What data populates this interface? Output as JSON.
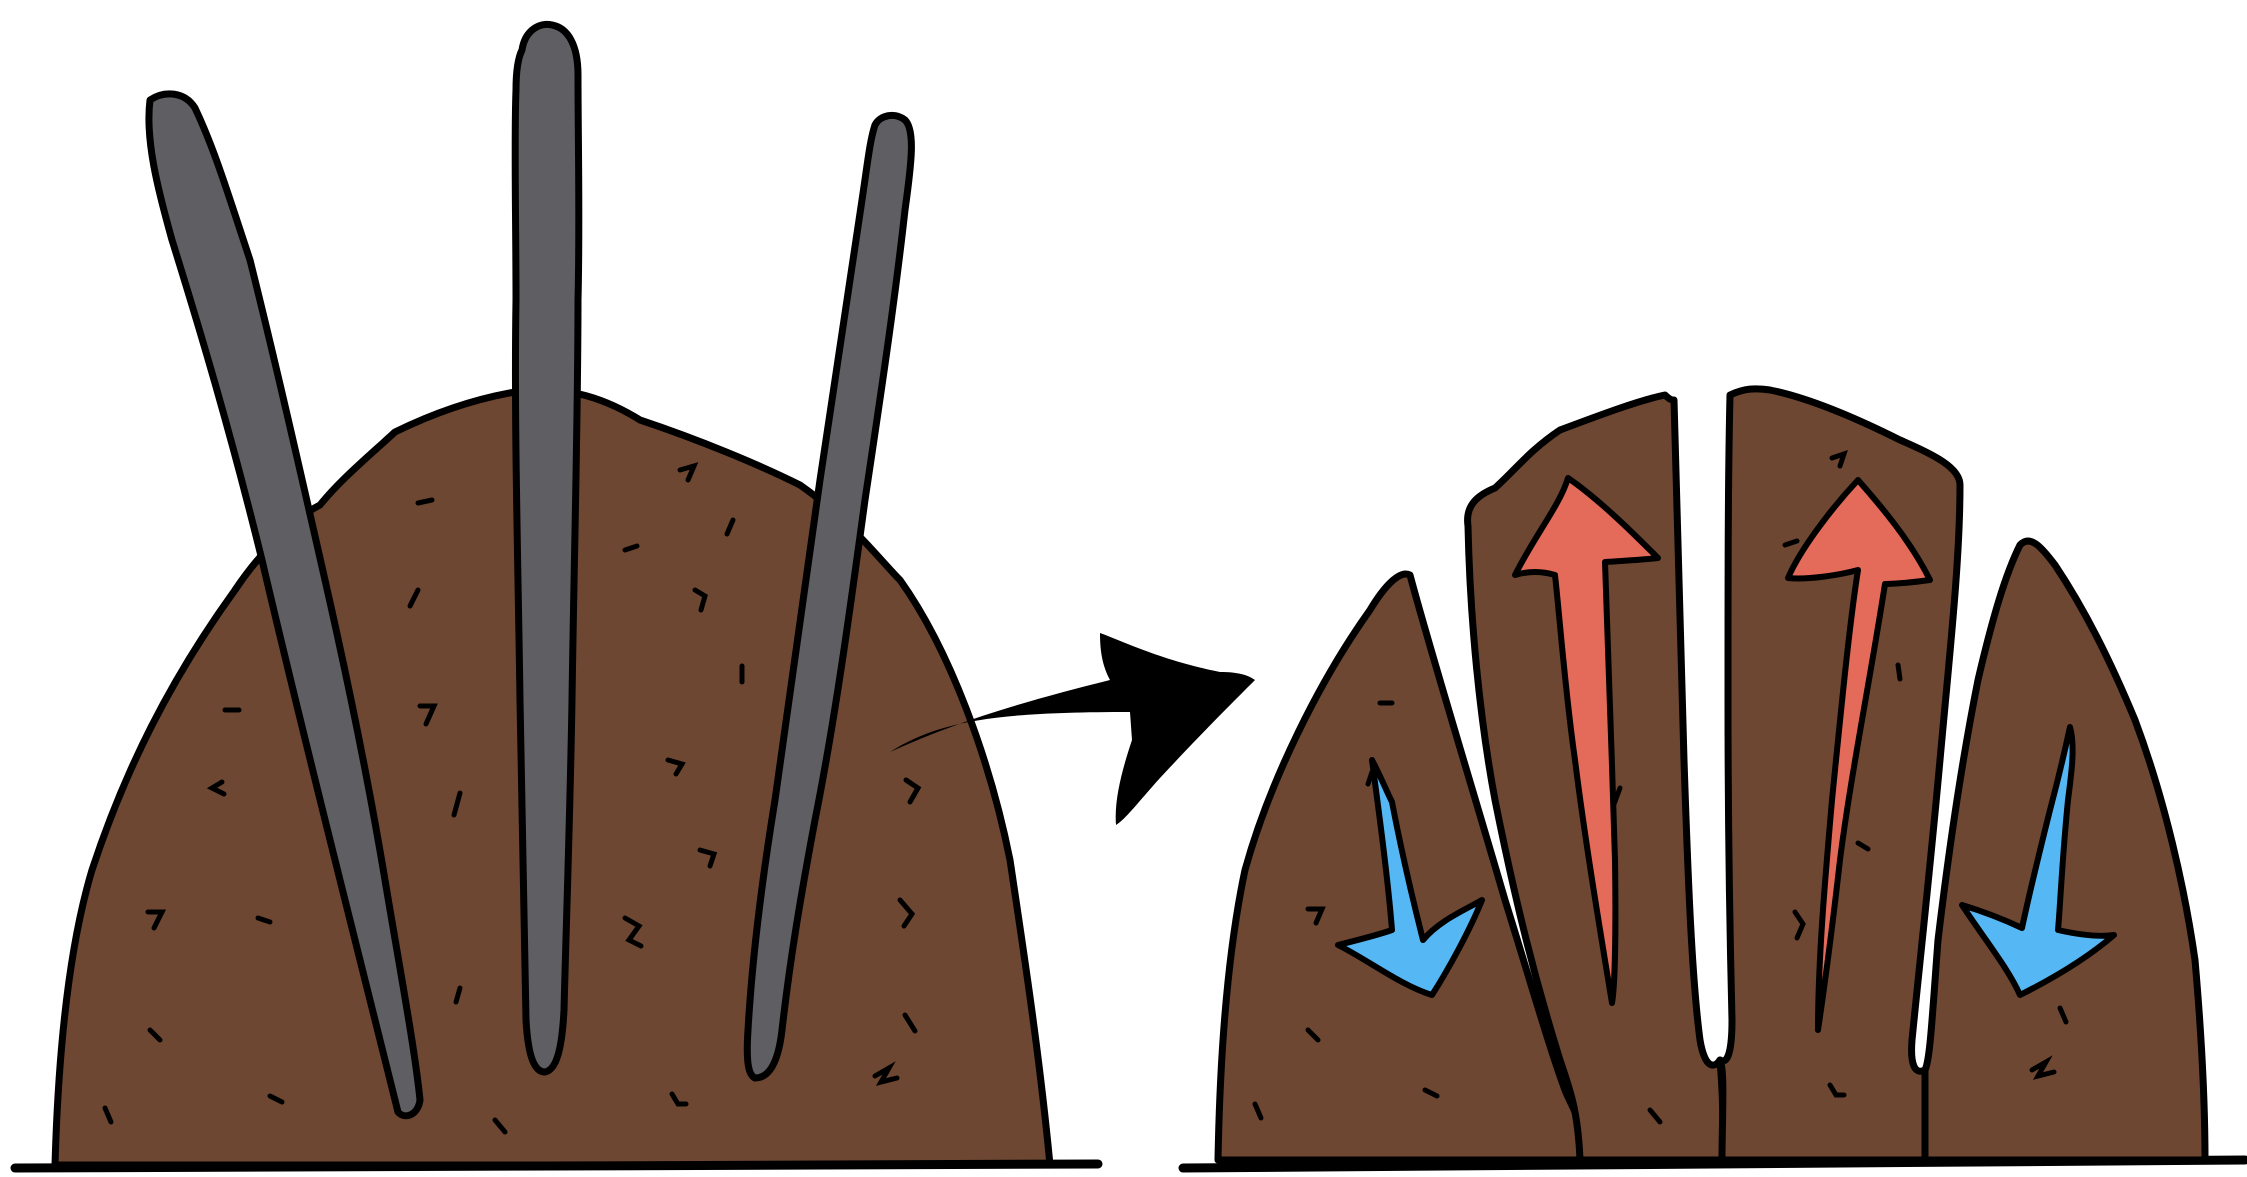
{
  "diagram": {
    "colors": {
      "soil": "#6d4731",
      "outline": "#000000",
      "tine": "#5f5e63",
      "warm_arrow": "#e46a59",
      "cool_arrow": "#55b8f5",
      "background": "#ffffff"
    },
    "panels": [
      {
        "id": "before",
        "depicts": "soil-mound-with-three-tines"
      },
      {
        "id": "after",
        "depicts": "soil-split-into-four-clods-with-air-flow"
      }
    ],
    "connector": {
      "icon": "right-arrow-icon"
    },
    "flow_arrows": [
      {
        "icon": "arrow-down-icon",
        "color": "cool_arrow"
      },
      {
        "icon": "arrow-up-icon",
        "color": "warm_arrow"
      },
      {
        "icon": "arrow-up-icon",
        "color": "warm_arrow"
      },
      {
        "icon": "arrow-down-icon",
        "color": "cool_arrow"
      }
    ]
  }
}
